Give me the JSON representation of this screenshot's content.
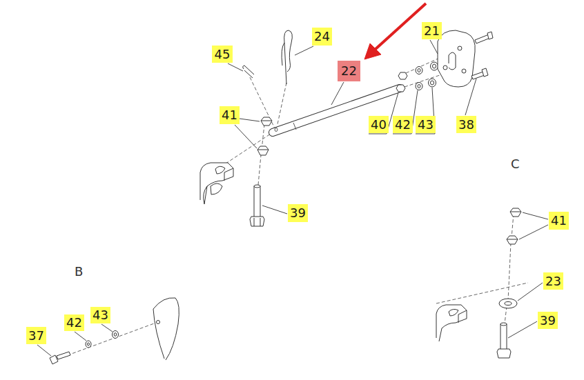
{
  "diagram": {
    "nodes": [
      {
        "text": [
          "21"
        ]
      },
      {
        "text": [
          "24"
        ]
      },
      {
        "text": [
          "45"
        ]
      },
      {
        "text": [
          "22"
        ]
      },
      {
        "text": [
          "41"
        ]
      },
      {
        "text": [
          "40"
        ]
      },
      {
        "text": [
          "42"
        ]
      },
      {
        "text": [
          "43"
        ]
      },
      {
        "text": [
          "38"
        ]
      },
      {
        "text": [
          "39"
        ]
      },
      {
        "text": [
          "41"
        ]
      },
      {
        "text": [
          "23"
        ]
      },
      {
        "text": [
          "43"
        ]
      },
      {
        "text": [
          "39"
        ]
      },
      {
        "text": [
          "42"
        ]
      },
      {
        "text": [
          "37"
        ]
      }
    ],
    "labels": [
      "C",
      "B"
    ]
  }
}
